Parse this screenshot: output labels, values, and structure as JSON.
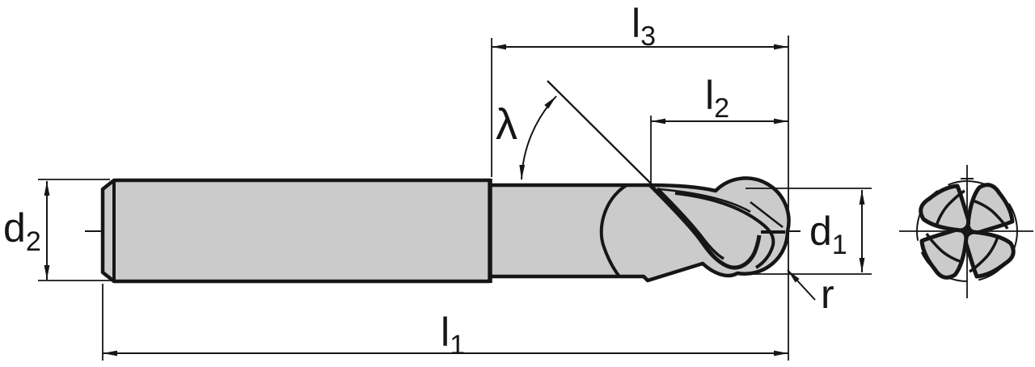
{
  "diagram": {
    "type": "technical-drawing",
    "subject": "ball nose end mill, side view with dimensions and 4-flute end view",
    "colors": {
      "body_fill": "#cbcbcb",
      "line": "#161616",
      "background": "#ffffff"
    },
    "labels": {
      "l3": {
        "base": "l",
        "sub": "3"
      },
      "l2": {
        "base": "l",
        "sub": "2"
      },
      "l1": {
        "base": "l",
        "sub": "1"
      },
      "d2": {
        "base": "d",
        "sub": "2"
      },
      "d1": {
        "base": "d",
        "sub": "1"
      },
      "lambda": {
        "base": "λ"
      },
      "r": {
        "base": "r"
      }
    }
  }
}
